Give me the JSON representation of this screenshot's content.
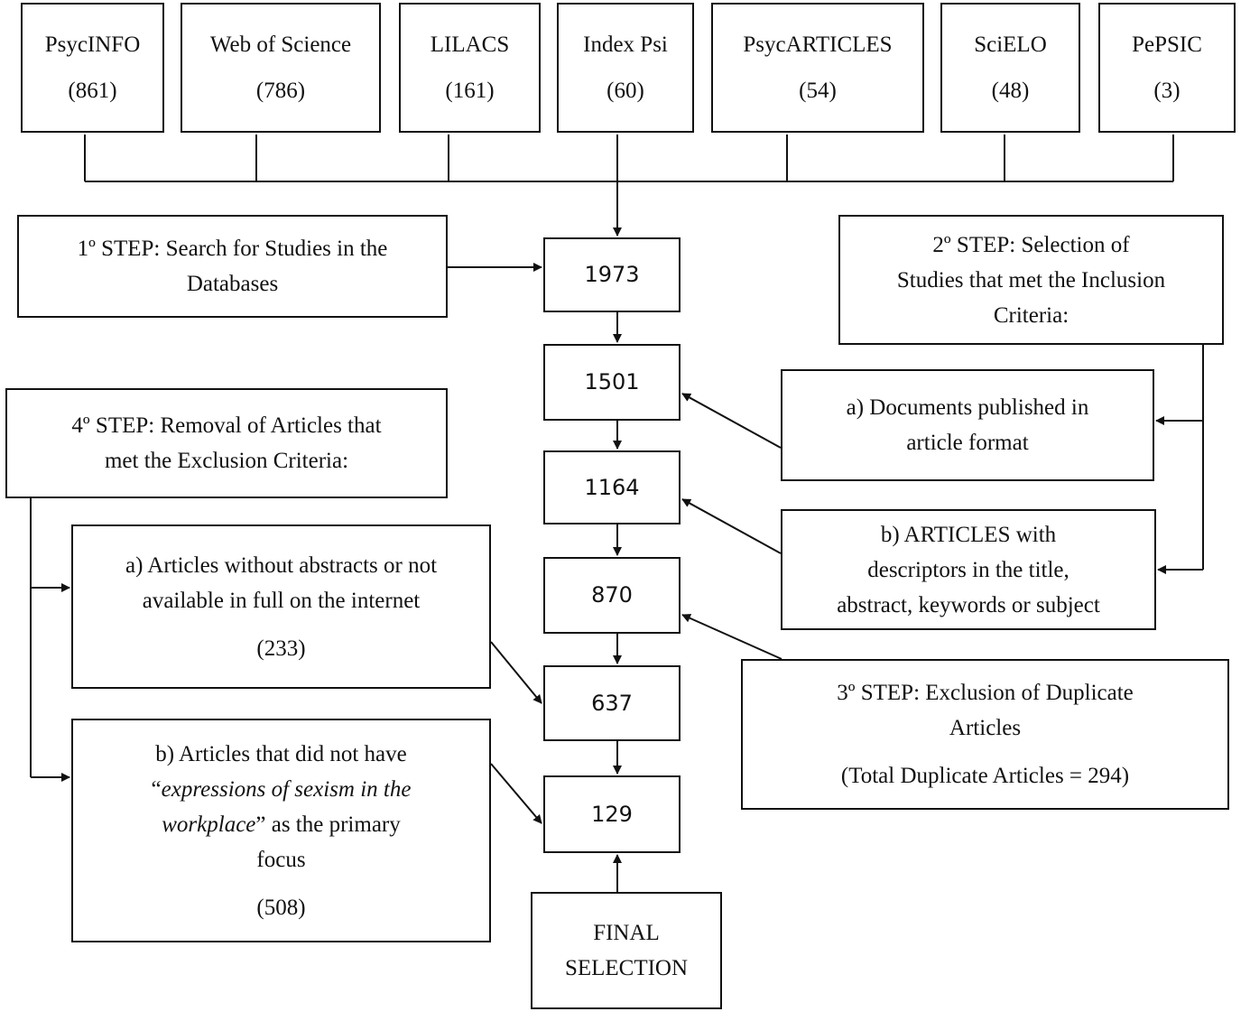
{
  "databases": [
    {
      "name": "PsycINFO",
      "count": "(861)"
    },
    {
      "name": "Web of Science",
      "count": "(786)"
    },
    {
      "name": "LILACS",
      "count": "(161)"
    },
    {
      "name": "Index Psi",
      "count": "(60)"
    },
    {
      "name": "PsycARTICLES",
      "count": "(54)"
    },
    {
      "name": "SciELO",
      "count": "(48)"
    },
    {
      "name": "PePSIC",
      "count": "(3)"
    }
  ],
  "flow_counts": [
    "1973",
    "1501",
    "1164",
    "870",
    "637",
    "129"
  ],
  "step1": {
    "line1": "1º STEP: Search for Studies in the",
    "line2": "Databases"
  },
  "step2": {
    "line1": "2º STEP: Selection of",
    "line2": "Studies that met the Inclusion",
    "line3": "Criteria:",
    "a": {
      "line1": "a) Documents published in",
      "line2": "article format"
    },
    "b": {
      "line1": "b) ARTICLES with",
      "line2": "descriptors in the title,",
      "line3": "abstract, keywords or subject"
    }
  },
  "step3": {
    "line1": "3º STEP: Exclusion of Duplicate",
    "line2": "Articles",
    "total": "(Total Duplicate Articles = 294)"
  },
  "step4": {
    "line1": "4º STEP: Removal of Articles that",
    "line2": "met the Exclusion Criteria:",
    "a": {
      "line1": "a) Articles without abstracts or not",
      "line2": "available in full on the internet",
      "count": "(233)"
    },
    "b": {
      "line1_pre": "b) Articles that did not have",
      "quote_open": "“",
      "italic_1": "expressions of sexism in the",
      "italic_2": "workplace",
      "line3_post": "” as the primary",
      "line4": "focus",
      "count": "(508)"
    }
  },
  "final": {
    "line1": "FINAL",
    "line2": "SELECTION"
  }
}
